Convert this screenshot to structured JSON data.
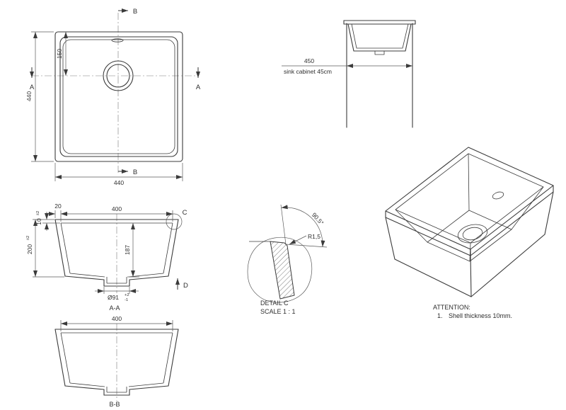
{
  "colors": {
    "line": "#3b3b3b",
    "background": "#ffffff"
  },
  "top_view": {
    "section_a_label": "A",
    "section_b_label": "B",
    "dim_drain_offset": "150",
    "dim_height": "440",
    "dim_width": "440"
  },
  "cabinet_view": {
    "dim_width": "450",
    "caption": "sink cabinet 45cm"
  },
  "section_aa": {
    "title": "A-A",
    "dim_rim": "20",
    "dim_inner_width": "400",
    "dim_shell": "10",
    "dim_shell_tol": "±2",
    "dim_depth": "200",
    "dim_depth_tol": "±2",
    "dim_inner_depth": "187",
    "dim_drain": "Ø91",
    "dim_drain_tol_plus": "+2",
    "dim_drain_tol_minus": "-1",
    "detail_label": "C",
    "direction_label": "D"
  },
  "section_bb": {
    "title": "B-B",
    "dim_inner_width": "400"
  },
  "detail_c": {
    "title": "DETAIL C",
    "scale": "SCALE 1 : 1",
    "radius": "R1,5",
    "angle": "90.5°"
  },
  "attention": {
    "title": "ATTENTION:",
    "item_number": "1.",
    "item_text": "Shell thickness 10mm."
  }
}
